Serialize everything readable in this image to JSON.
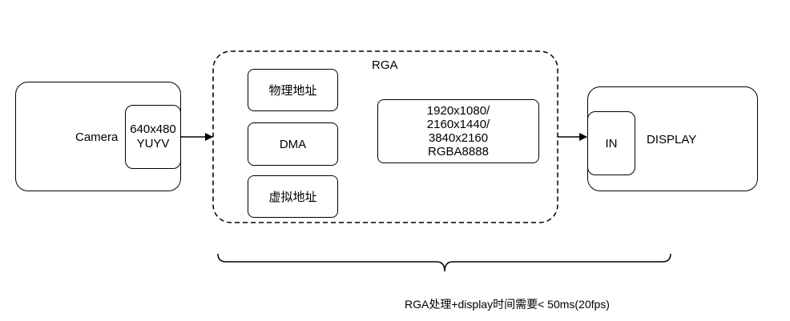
{
  "camera": {
    "label": "Camera",
    "format_line1": "640x480",
    "format_line2": "YUYV"
  },
  "rga": {
    "title": "RGA",
    "physical_address": "物理地址",
    "dma": "DMA",
    "virtual_address": "虚拟地址",
    "resolutions": [
      "1920x1080/",
      "2160x1440/",
      "3840x2160",
      "RGBA8888"
    ]
  },
  "display": {
    "label": "DISPLAY",
    "input": "IN"
  },
  "requirement": "RGA处理+display时间需要< 50ms(20fps)"
}
